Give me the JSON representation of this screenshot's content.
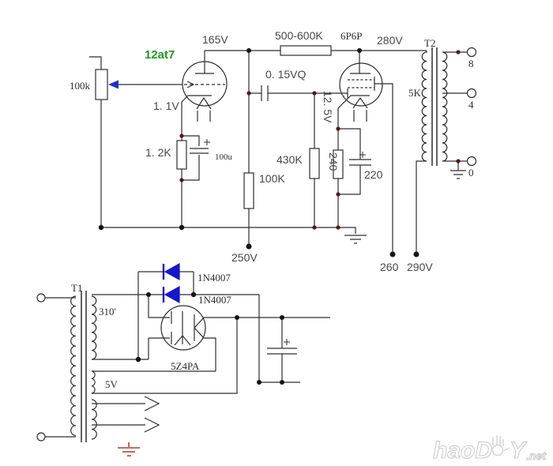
{
  "colors": {
    "wire": "#2e2e31",
    "junction_dark_red": "#5a1616",
    "junction_black": "#141414",
    "diode_blue": "#1616cc",
    "pot_arrow_blue": "#1a35c0",
    "tube1_label_green": "#1f9a1f",
    "ground_red": "#bf5549",
    "watermark_gray": "#c9c9c9"
  },
  "amplifier": {
    "input_pot": "100k",
    "tube1": "12at7",
    "tube1_plate_v": "165V",
    "tube1_cathode_v": "1. 1V",
    "tube1_cathode_r": "1. 2K",
    "tube1_cathode_cap": "100u",
    "plate_rail_r": "500-600K",
    "coupling_cap": "0. 15VQ",
    "node_r": "100K",
    "supply_tap": "250V",
    "tube2": "6P6P",
    "tube2_plate_v": "280V",
    "tube2_grid_r": "430K",
    "tube2_cathode_r": "240",
    "tube2_cathode_v": "12. 5V",
    "tube2_cathode_cap": "220",
    "screen_tap": "260",
    "bplus_tap": "290V"
  },
  "output_transformer": {
    "name": "T2",
    "primary": "5K",
    "taps": [
      "8",
      "4",
      "0"
    ]
  },
  "power_transformer": {
    "name": "T1",
    "hv_winding": "310'",
    "rect_heater": "5V"
  },
  "rectifier": {
    "diode1": "1N4007",
    "diode2": "1N4007",
    "tube": "5Z4PA"
  },
  "watermark": {
    "part1": "haoD",
    "part2": "Y",
    "suffix": ".net"
  }
}
